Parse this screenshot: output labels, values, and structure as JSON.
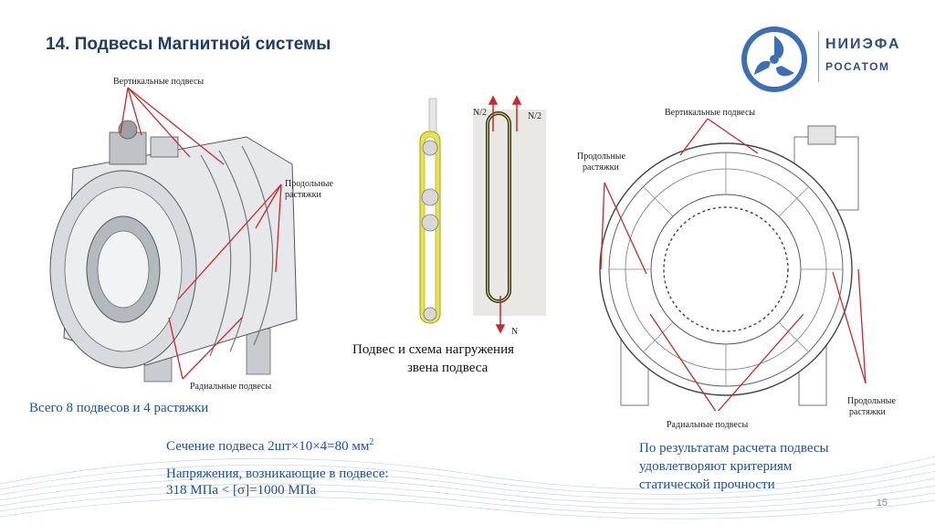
{
  "slide": {
    "title": "14. Подвесы Магнитной системы",
    "page_number": "15"
  },
  "logo": {
    "line1": "НИИЭФА",
    "line2": "РОСАТОМ"
  },
  "left_figure": {
    "label_vertical": "Вертикальные подвесы",
    "label_longitudinal_1": "Продольные",
    "label_longitudinal_2": "растяжки",
    "label_radial": "Радиальные подвесы"
  },
  "middle_figure": {
    "label_n2_left": "N/2",
    "label_n2_right": "N/2",
    "label_n": "N",
    "caption_line1": "Подвес и схема нагружения",
    "caption_line2": "звена подвеса"
  },
  "right_figure": {
    "label_vertical": "Вертикальные подвесы",
    "label_longitudinal_top_1": "Продольные",
    "label_longitudinal_top_2": "растяжки",
    "label_longitudinal_bottom_1": "Продольные",
    "label_longitudinal_bottom_2": "растяжки",
    "label_radial": "Радиальные подвесы"
  },
  "texts": {
    "total": "Всего 8 подвесов и 4 растяжки",
    "section": "Сечение подвеса 2шт×10×4=80 мм",
    "section_sup": "2",
    "stress_line1": "Напряжения, возникающие в подвесе:",
    "stress_line2": "318 МПа < [σ]=1000 МПа",
    "result_line1": "По результатам расчета подвесы",
    "result_line2": "удовлетворяют критериям",
    "result_line3": "статической прочности"
  },
  "colors": {
    "title": "#1f3b6b",
    "blue_text": "#1f4fa0",
    "arrow_red": "#d0262a",
    "logo_blue": "#2d4f86"
  }
}
